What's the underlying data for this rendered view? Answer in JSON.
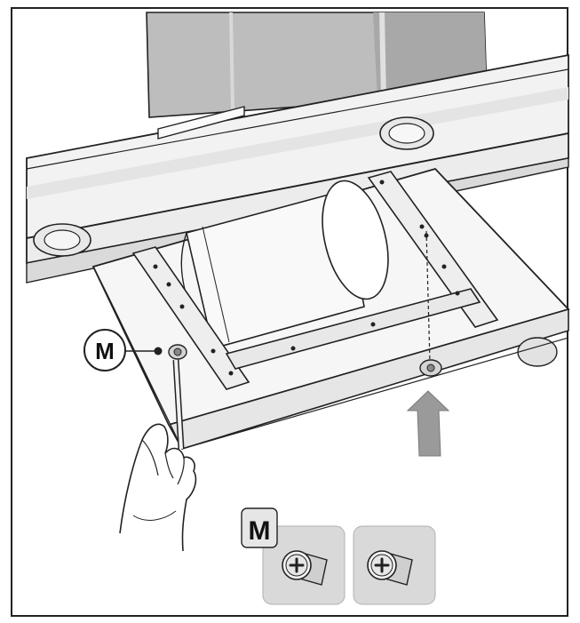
{
  "diagram": {
    "callout_label": "M",
    "legend_screw_label": "M",
    "callout_icon": "circled-letter-callout",
    "arrow_icon": "push-up-arrow-icon",
    "screw_icons": [
      "phillips-screw-icon",
      "phillips-screw-icon"
    ],
    "colors": {
      "stroke": "#1a1a1a",
      "panel_light": "#f0f0f0",
      "chimney": "#b9b9b9",
      "arrow": "#9a9a9a",
      "legend_box": "#d9d9d9"
    }
  }
}
